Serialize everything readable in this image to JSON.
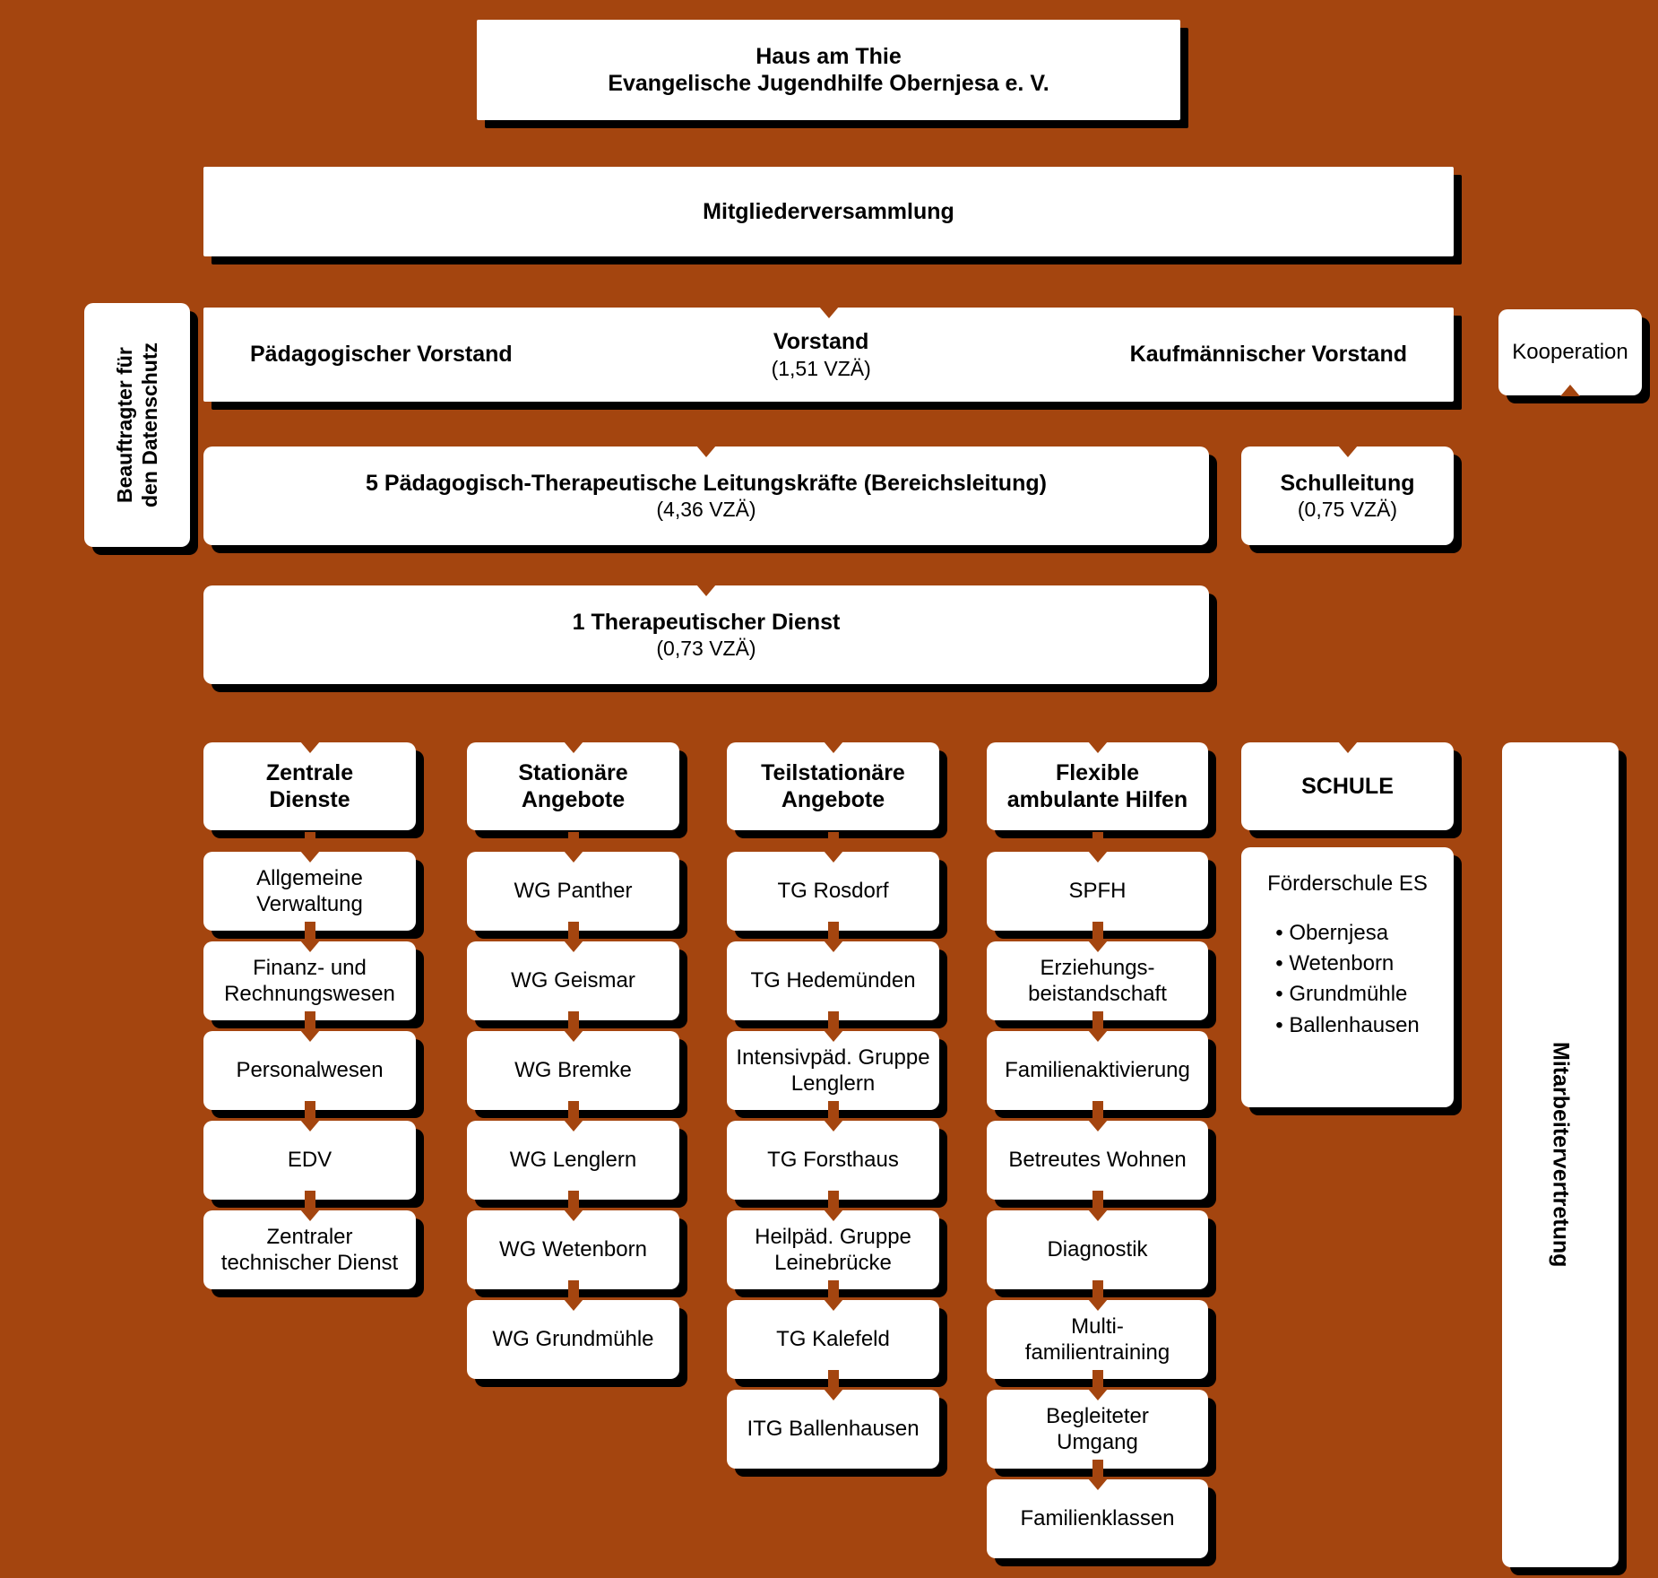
{
  "meta": {
    "background_color": "#A4450F",
    "box_color": "#FFFFFF",
    "shadow_color": "#000000",
    "text_color": "#000000"
  },
  "header": {
    "org_line1": "Haus am Thie",
    "org_line2": "Evangelische Jugendhilfe Obernjesa e. V."
  },
  "assembly": {
    "label": "Mitgliederversammlung"
  },
  "board": {
    "left": "Pädagogischer Vorstand",
    "center_title": "Vorstand",
    "center_sub": "(1,51 VZÄ)",
    "right": "Kaufmännischer Vorstand"
  },
  "data_protection": {
    "label": "Beauftragter für\nden Datenschutz"
  },
  "cooperation": {
    "label": "Kooperation"
  },
  "leadership": {
    "title": "5 Pädagogisch-Therapeutische Leitungskräfte (Bereichsleitung)",
    "sub": "(4,36 VZÄ)"
  },
  "school_management": {
    "title": "Schulleitung",
    "sub": "(0,75 VZÄ)"
  },
  "therapeutic": {
    "title": "1 Therapeutischer Dienst",
    "sub": "(0,73 VZÄ)"
  },
  "staff_council": {
    "label": "Mitarbeitervertretung"
  },
  "columns": [
    {
      "header_line1": "Zentrale",
      "header_line2": "Dienste",
      "items": [
        {
          "line1": "Allgemeine",
          "line2": "Verwaltung"
        },
        {
          "line1": "Finanz- und",
          "line2": "Rechnungswesen"
        },
        {
          "line1": "Personalwesen",
          "line2": ""
        },
        {
          "line1": "EDV",
          "line2": ""
        },
        {
          "line1": "Zentraler",
          "line2": "technischer Dienst"
        }
      ]
    },
    {
      "header_line1": "Stationäre",
      "header_line2": "Angebote",
      "items": [
        {
          "line1": "WG Panther",
          "line2": ""
        },
        {
          "line1": "WG Geismar",
          "line2": ""
        },
        {
          "line1": "WG Bremke",
          "line2": ""
        },
        {
          "line1": "WG Lenglern",
          "line2": ""
        },
        {
          "line1": "WG Wetenborn",
          "line2": ""
        },
        {
          "line1": "WG Grundmühle",
          "line2": ""
        }
      ]
    },
    {
      "header_line1": "Teilstationäre",
      "header_line2": "Angebote",
      "items": [
        {
          "line1": "TG Rosdorf",
          "line2": ""
        },
        {
          "line1": "TG Hedemünden",
          "line2": ""
        },
        {
          "line1": "Intensivpäd. Gruppe",
          "line2": "Lenglern"
        },
        {
          "line1": "TG  Forsthaus",
          "line2": ""
        },
        {
          "line1": "Heilpäd. Gruppe",
          "line2": "Leinebrücke"
        },
        {
          "line1": "TG Kalefeld",
          "line2": ""
        },
        {
          "line1": "ITG Ballenhausen",
          "line2": ""
        }
      ]
    },
    {
      "header_line1": "Flexible",
      "header_line2": "ambulante Hilfen",
      "items": [
        {
          "line1": "SPFH",
          "line2": ""
        },
        {
          "line1": "Erziehungs-",
          "line2": "beistandschaft"
        },
        {
          "line1": "Familienaktivierung",
          "line2": ""
        },
        {
          "line1": "Betreutes Wohnen",
          "line2": ""
        },
        {
          "line1": "Diagnostik",
          "line2": ""
        },
        {
          "line1": "Multi-",
          "line2": "familientraining"
        },
        {
          "line1": "Begleiteter",
          "line2": "Umgang"
        },
        {
          "line1": "Familienklassen",
          "line2": ""
        }
      ]
    },
    {
      "header_line1": "SCHULE",
      "header_line2": "",
      "items": []
    }
  ],
  "school_box": {
    "title": "Förderschule ES",
    "locations": [
      "Obernjesa",
      "Wetenborn",
      "Grundmühle",
      "Ballenhausen"
    ]
  }
}
